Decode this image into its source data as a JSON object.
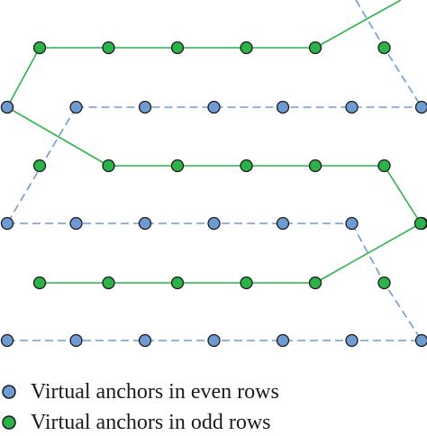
{
  "colors": {
    "even": "#6e9bd2",
    "odd": "#2bb34a",
    "outline": "#1a1a1a",
    "dashed_line": "#6e9bd2",
    "solid_line": "#2bb34a"
  },
  "diagram": {
    "even_rows": [
      {
        "anchors": [
          0,
          1,
          2,
          3,
          4,
          5,
          6,
          7
        ]
      },
      {
        "anchors": [
          0,
          1,
          2,
          3,
          4,
          5,
          6,
          7
        ]
      },
      {
        "anchors": [
          0,
          1,
          2,
          3,
          4,
          5,
          6,
          7
        ]
      }
    ],
    "odd_rows": [
      {
        "anchors": [
          0,
          1,
          2,
          3,
          4,
          5,
          6
        ]
      },
      {
        "anchors": [
          0,
          1,
          2,
          3,
          4,
          5,
          6
        ]
      },
      {
        "anchors": [
          0,
          1,
          2,
          3,
          4,
          5,
          6
        ]
      }
    ]
  },
  "legend": {
    "even_label": "Virtual anchors in even rows",
    "odd_label": "Virtual anchors in odd rows"
  }
}
